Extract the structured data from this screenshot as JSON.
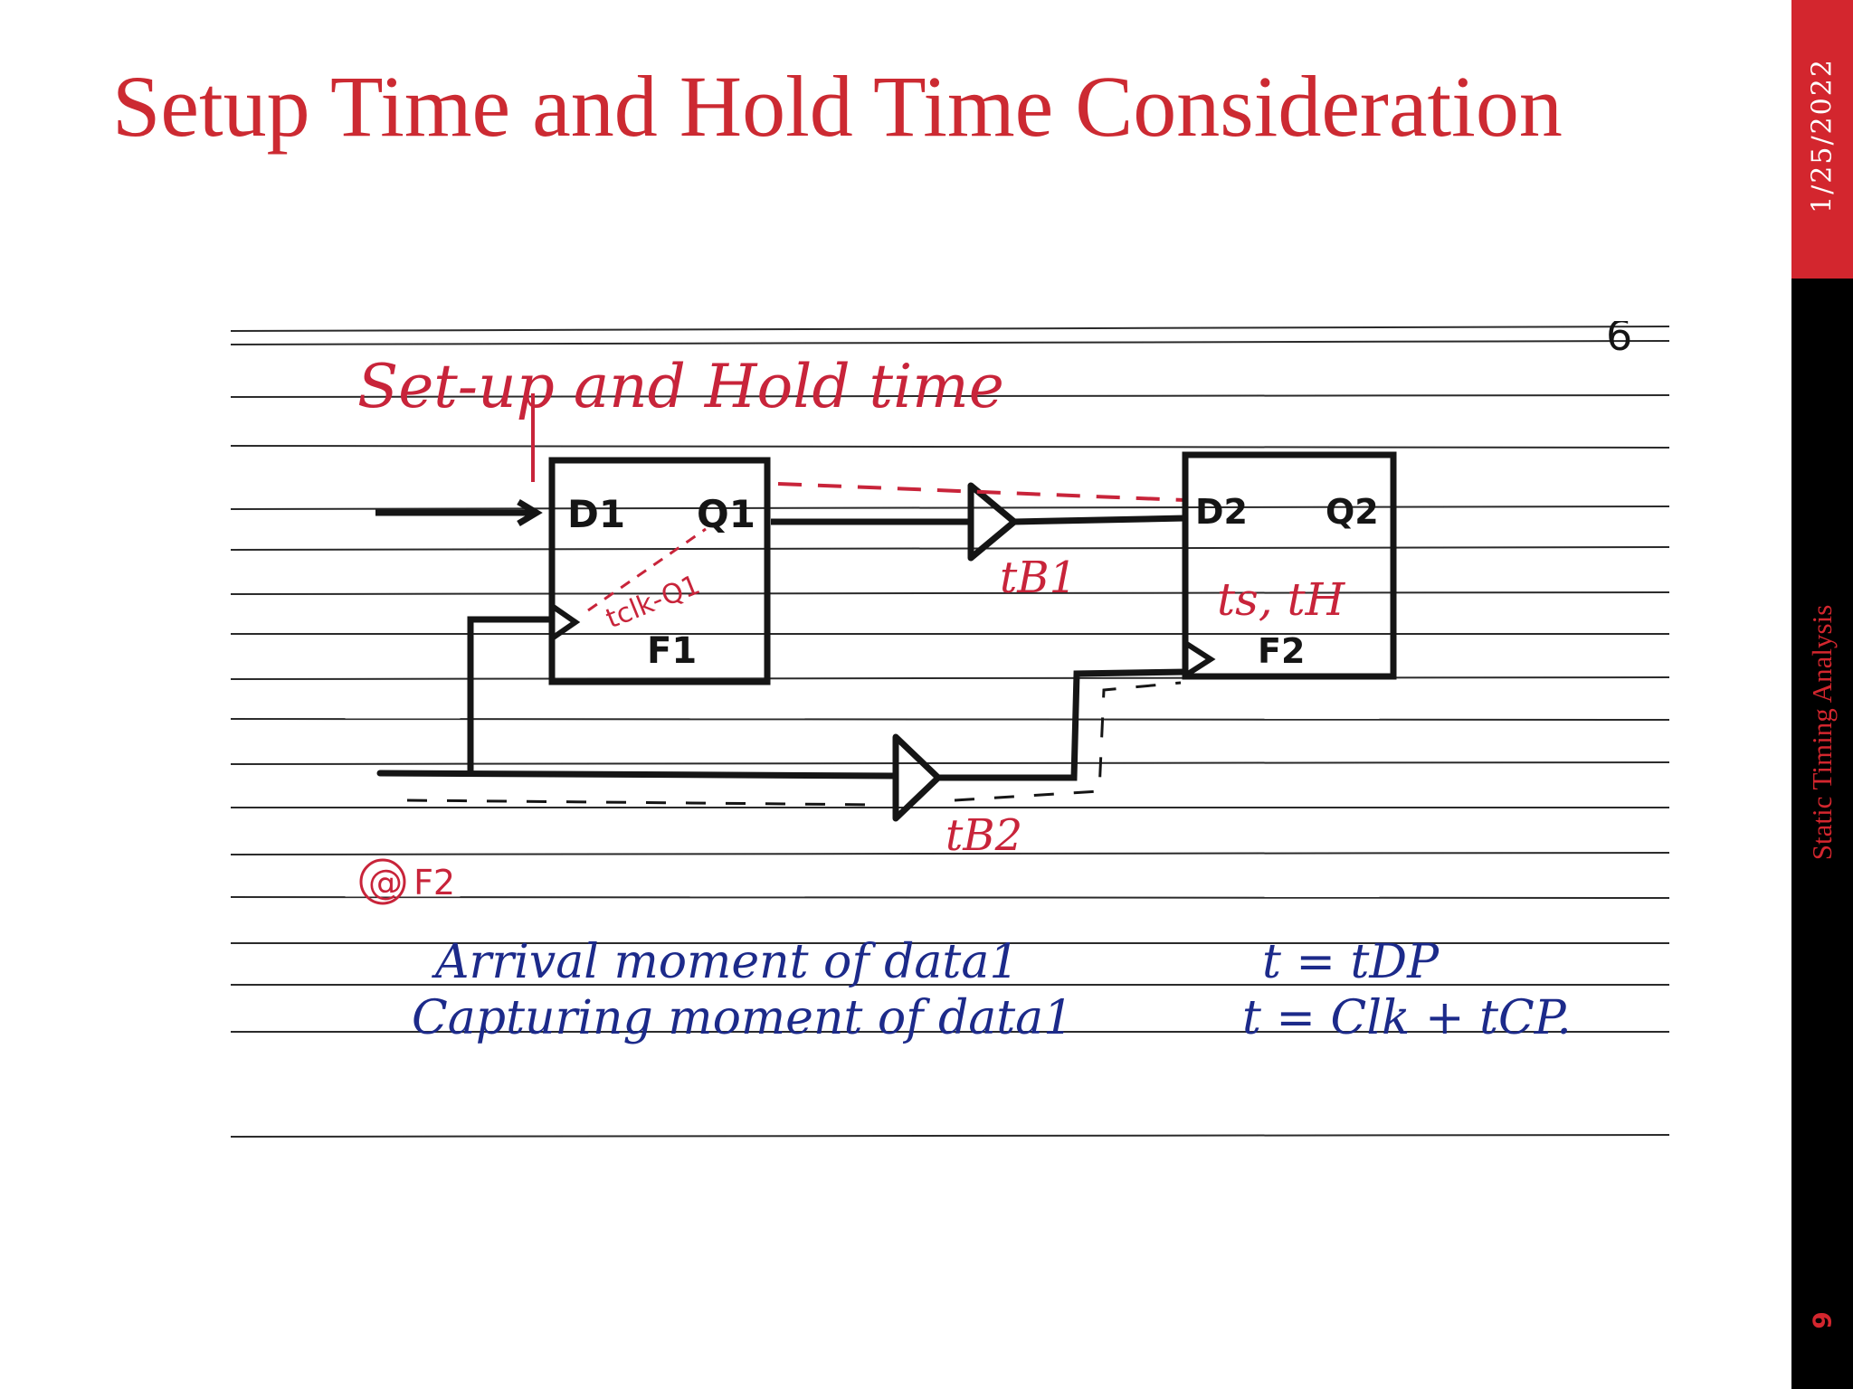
{
  "slide": {
    "title": "Setup Time and Hold Time Consideration",
    "date": "1/25/2022",
    "course": "Static Timing Analysis",
    "page_number": "9"
  },
  "notebook": {
    "page_mark": "6",
    "heading": "Set-up and Hold time",
    "flop1": {
      "d": "D1",
      "q": "Q1",
      "name": "F1",
      "delay": "tclk-Q1"
    },
    "flop2": {
      "d": "D2",
      "q": "Q2",
      "name": "F2",
      "timing": "ts, tH"
    },
    "buffer1_label": "tB1",
    "buffer2_label": "tB2",
    "at_marker": "@ F2",
    "line1_text": "Arrival moment of data1",
    "line1_eq": "t = tDP",
    "line2_text": "Capturing moment of data1",
    "line2_eq": "t = Clk + tCP.",
    "colors": {
      "red_ink": "#c8243a",
      "blue_ink": "#1c2a8a",
      "black_ink": "#151515"
    }
  }
}
